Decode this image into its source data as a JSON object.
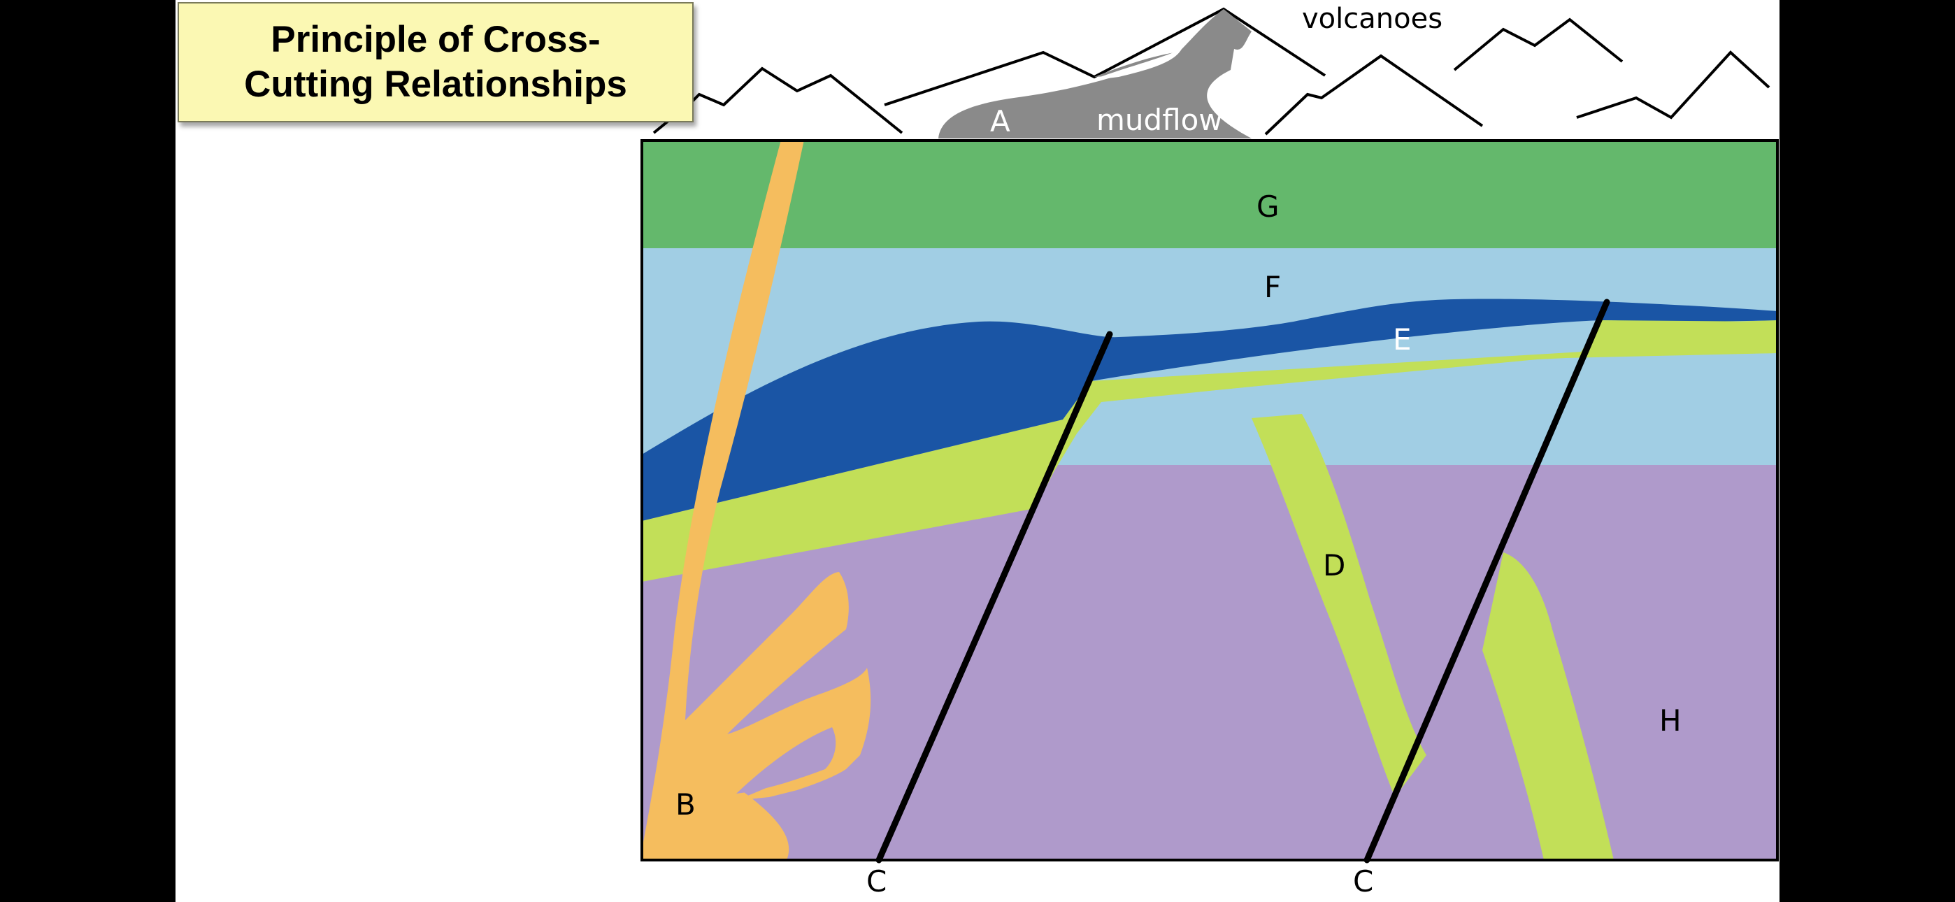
{
  "title": "Principle of Cross-\nCutting Relationships",
  "labels": {
    "volcanoes": "volcanoes",
    "mudflow": "mudflow",
    "a": "A",
    "b": "B",
    "c_left": "C",
    "c_right": "C",
    "d": "D",
    "e": "E",
    "f": "F",
    "g": "G",
    "h": "H"
  },
  "colors": {
    "layer_g": "#64b86c",
    "layer_f": "#a1cee4",
    "layer_e": "#1a55a5",
    "layer_dike_d": "#c2df58",
    "layer_h": "#af9acb",
    "intrusion_b": "#f5bd5e",
    "mudflow_a": "#8a8a8a",
    "fault_c": "#000000"
  }
}
